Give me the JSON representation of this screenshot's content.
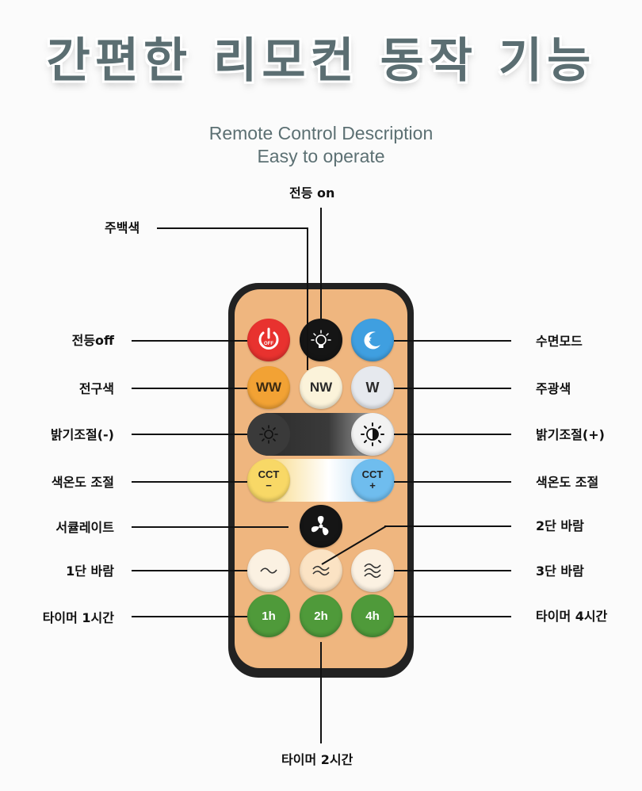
{
  "header": {
    "title": "간편한 리모컨 동작 기능",
    "subtitle_line1": "Remote Control Description",
    "subtitle_line2": "Easy to operate"
  },
  "labels": {
    "light_on": "전등 on",
    "daylight_white": "주백색",
    "light_off": "전등off",
    "sleep_mode": "수면모드",
    "warm_color": "전구색",
    "day_color": "주광색",
    "brightness_minus": "밝기조절(-)",
    "brightness_plus": "밝기조절(+)",
    "color_temp_left": "색온도 조절",
    "color_temp_right": "색온도 조절",
    "circulate": "서큘레이트",
    "wind_2": "2단 바람",
    "wind_1": "1단 바람",
    "wind_3": "3단 바람",
    "timer_1h": "타이머 1시간",
    "timer_4h": "타이머 4시간",
    "timer_2h": "타이머 2시간"
  },
  "buttons": {
    "off": "OFF",
    "ww": "WW",
    "nw": "NW",
    "w": "W",
    "cct_minus_top": "CCT",
    "cct_minus_sign": "−",
    "cct_plus_top": "CCT",
    "cct_plus_sign": "+",
    "timer_1h": "1h",
    "timer_2h": "2h",
    "timer_4h": "4h"
  },
  "colors": {
    "title": "#5b6e72",
    "remote_face": "#efb67f",
    "off_button": "#e8322f",
    "sleep_button": "#3f9fe0",
    "timer_button": "#4f9a3a"
  }
}
